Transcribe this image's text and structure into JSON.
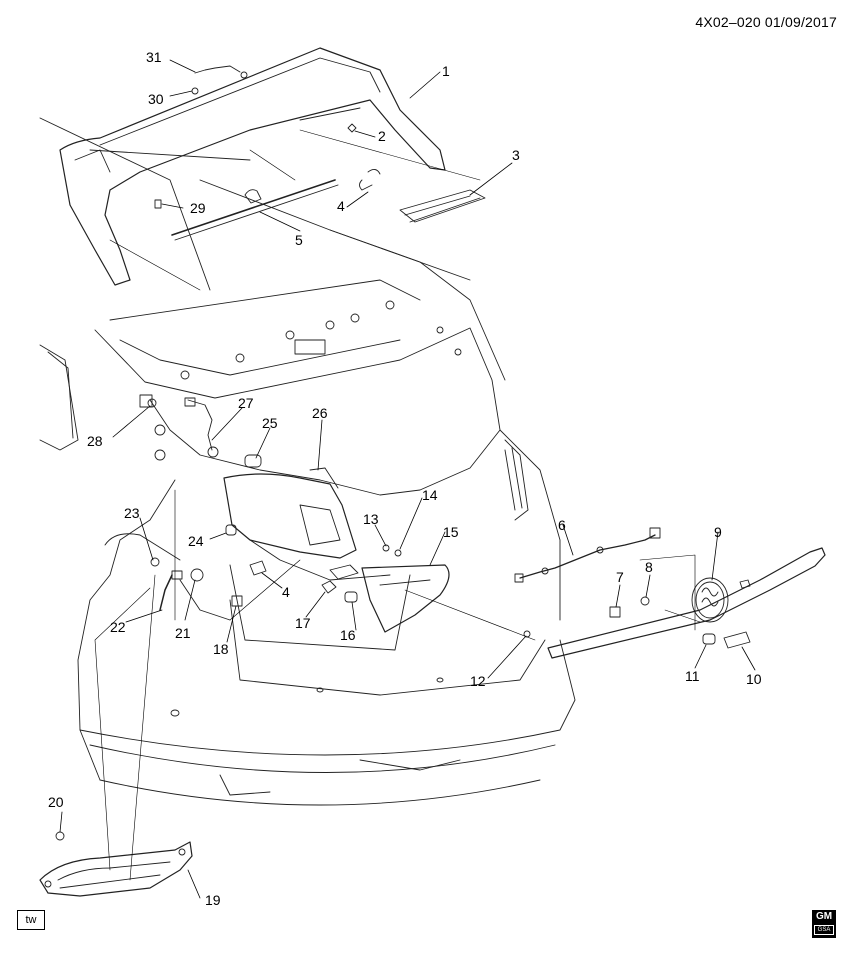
{
  "header": {
    "doc_code": "4X02–020  01/09/2017"
  },
  "callouts": [
    "1",
    "2",
    "3",
    "4",
    "5",
    "6",
    "7",
    "8",
    "9",
    "10",
    "11",
    "12",
    "13",
    "14",
    "15",
    "16",
    "17",
    "18",
    "19",
    "20",
    "21",
    "22",
    "23",
    "24",
    "25",
    "26",
    "27",
    "28",
    "29",
    "30",
    "31",
    "4"
  ],
  "footer": {
    "view_tag": "tw",
    "logo_text": "GM",
    "logo_sub": "GSA"
  },
  "colors": {
    "line": "#000000",
    "background": "#ffffff"
  }
}
